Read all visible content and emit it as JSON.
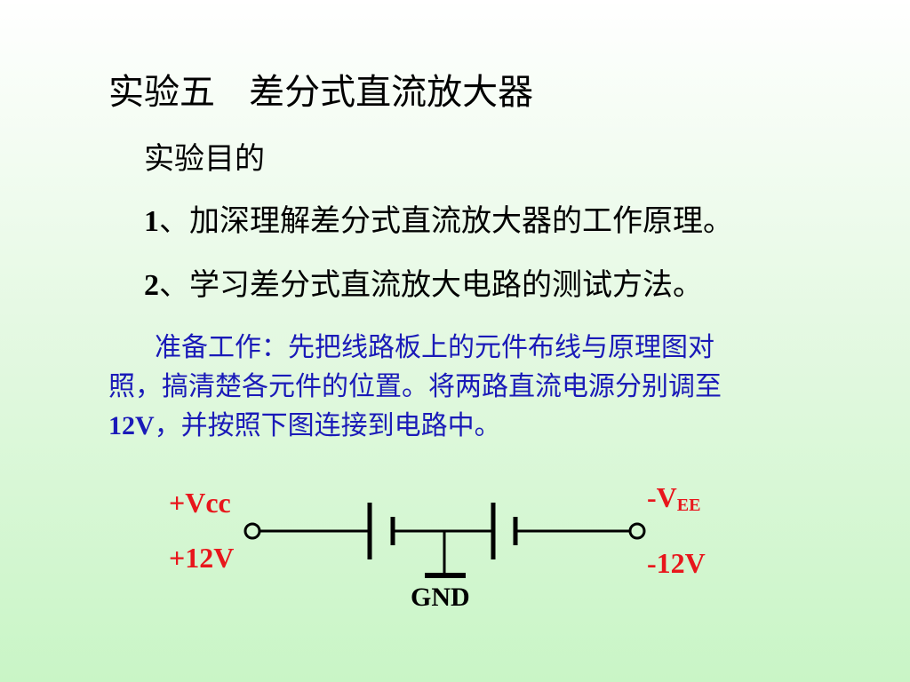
{
  "title": "实验五   差分式直流放大器",
  "subtitle": "实验目的",
  "objectives": [
    {
      "num": "1",
      "text": "、加深理解差分式直流放大器的工作原理。"
    },
    {
      "num": "2",
      "text": "、学习差分式直流放大电路的测试方法。"
    }
  ],
  "preparation": {
    "line1": "准备工作：先把线路板上的元件布线与原理图对",
    "line2": "照，搞清楚各元件的位置。将两路直流电源分别调至",
    "line3_bold": "12V",
    "line3_rest": "，并按照下图连接到电路中。"
  },
  "circuit": {
    "vcc_label": "+Vcc",
    "vcc_value": "+12V",
    "vee_prefix": "-V",
    "vee_sub": "EE",
    "vee_value": "-12V",
    "gnd_label": "GND"
  },
  "colors": {
    "label_red": "#e8161c",
    "prep_blue": "#1a1ab8"
  }
}
